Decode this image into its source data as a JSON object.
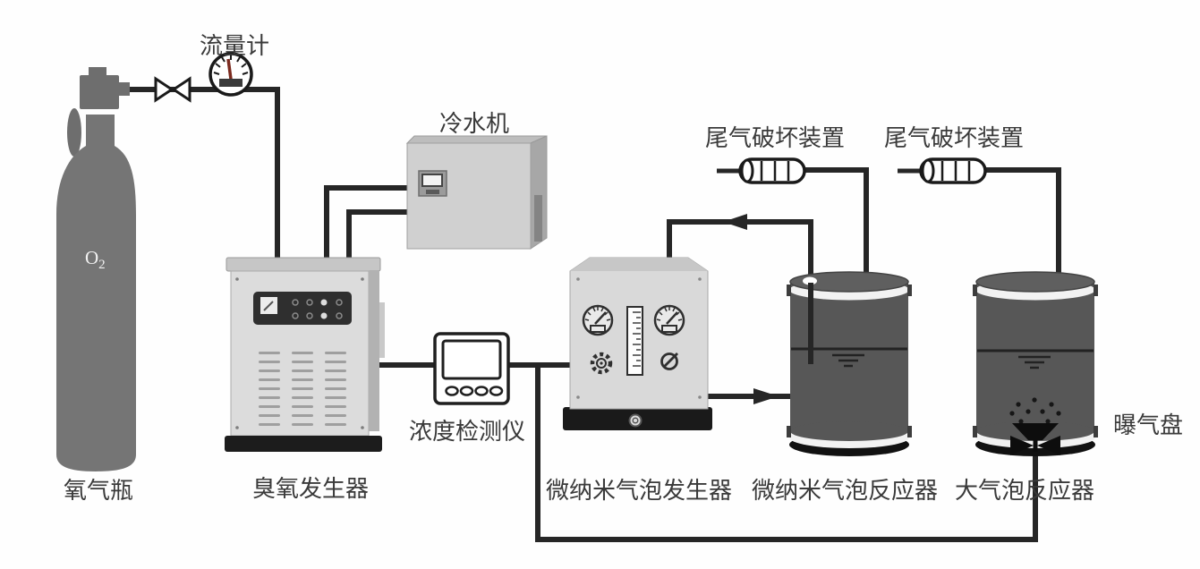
{
  "diagram": {
    "description": "Experimental setup schematic: ozone micro-nano bubble reaction system",
    "labels": {
      "flow_meter": "流量计",
      "chiller": "冷水机",
      "tail_gas_destructor_1": "尾气破坏装置",
      "tail_gas_destructor_2": "尾气破坏装置",
      "oxygen_bottle": "氧气瓶",
      "ozone_generator": "臭氧发生器",
      "concentration_detector": "浓度检测仪",
      "micro_nano_bubble_generator": "微纳米气泡发生器",
      "micro_nano_bubble_reactor": "微纳米气泡反应器",
      "large_bubble_reactor": "大气泡反应器",
      "aeration_disc": "曝气盘"
    },
    "oxygen_bottle": {
      "gas_label": "O",
      "gas_label_sub": "2"
    },
    "colors": {
      "background": "#fefefe",
      "pipe": "#262626",
      "label_text": "#3a3a3a",
      "bottle_gray": "#757575",
      "box_light_gray": "#dcdcdc",
      "reactor_dark_gray": "#575757",
      "panel_black": "#2f2f2f",
      "base_black": "#1a1a1a",
      "meter_needle_maroon": "#7b2a1e",
      "white": "#ffffff"
    }
  }
}
